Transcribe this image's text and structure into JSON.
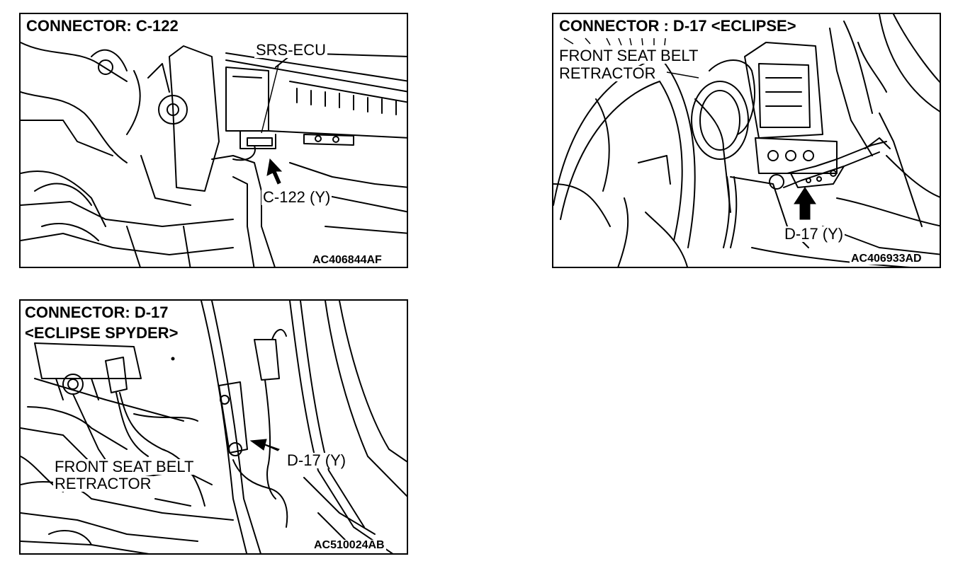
{
  "figures": [
    {
      "title_lines": [
        "CONNECTOR: C-122"
      ],
      "labels": [
        "SRS-ECU",
        "C-122 (Y)"
      ],
      "code": "AC406844AF"
    },
    {
      "title_lines": [
        "CONNECTOR : D-17 <ECLIPSE>"
      ],
      "labels": [
        "FRONT SEAT BELT",
        "RETRACTOR",
        "D-17 (Y)"
      ],
      "code": "AC406933AD"
    },
    {
      "title_lines": [
        "CONNECTOR: D-17",
        "<ECLIPSE SPYDER>"
      ],
      "labels": [
        "FRONT SEAT BELT",
        "RETRACTOR",
        "D-17 (Y)"
      ],
      "code": "AC510024AB"
    }
  ]
}
